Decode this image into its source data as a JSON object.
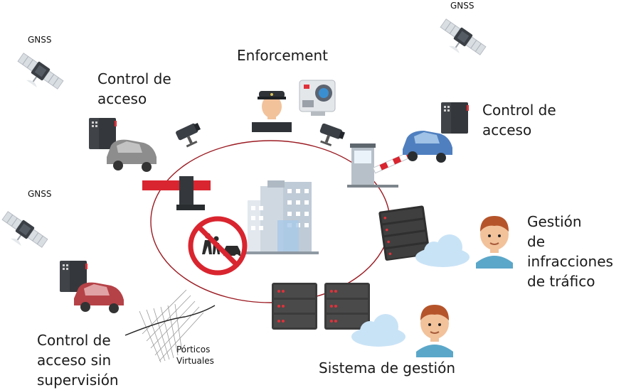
{
  "labels": {
    "gnss_top_left": "GNSS",
    "gnss_top_right": "GNSS",
    "gnss_mid_left": "GNSS",
    "control_acceso_left": "Control de\nacceso",
    "enforcement": "Enforcement",
    "control_acceso_right": "Control de\nacceso",
    "gestion_infracciones": "Gestión\nde infracciones\nde tráfico",
    "control_sin_supervision": "Control de\nacceso sin\nsupervisión",
    "porticos_virtuales": "Pórticos\nVirtuales",
    "sistema_gestion": "Sistema de gestión"
  },
  "colors": {
    "ring": "#9b1b22",
    "barrier_red": "#d9252f",
    "server_dark": "#3b3b3b",
    "server_led": "#e0313a",
    "cloud": "#c9e3f6",
    "building": "#cfd8e1",
    "car_grey": "#8d8d8d",
    "car_blue": "#4f7fbf",
    "car_red": "#b54247",
    "person_skin": "#f2c29b",
    "person_shirt": "#5ba7c9"
  },
  "icons": [
    "satellite-icon",
    "security-camera-icon",
    "police-officer-icon",
    "action-camera-icon",
    "car-icon",
    "access-terminal-icon",
    "barrier-gate-icon",
    "toll-booth-icon",
    "city-buildings-icon",
    "no-pedestrians-sign-icon",
    "server-rack-icon",
    "cloud-icon",
    "person-avatar-icon",
    "virtual-gantry-icon"
  ]
}
